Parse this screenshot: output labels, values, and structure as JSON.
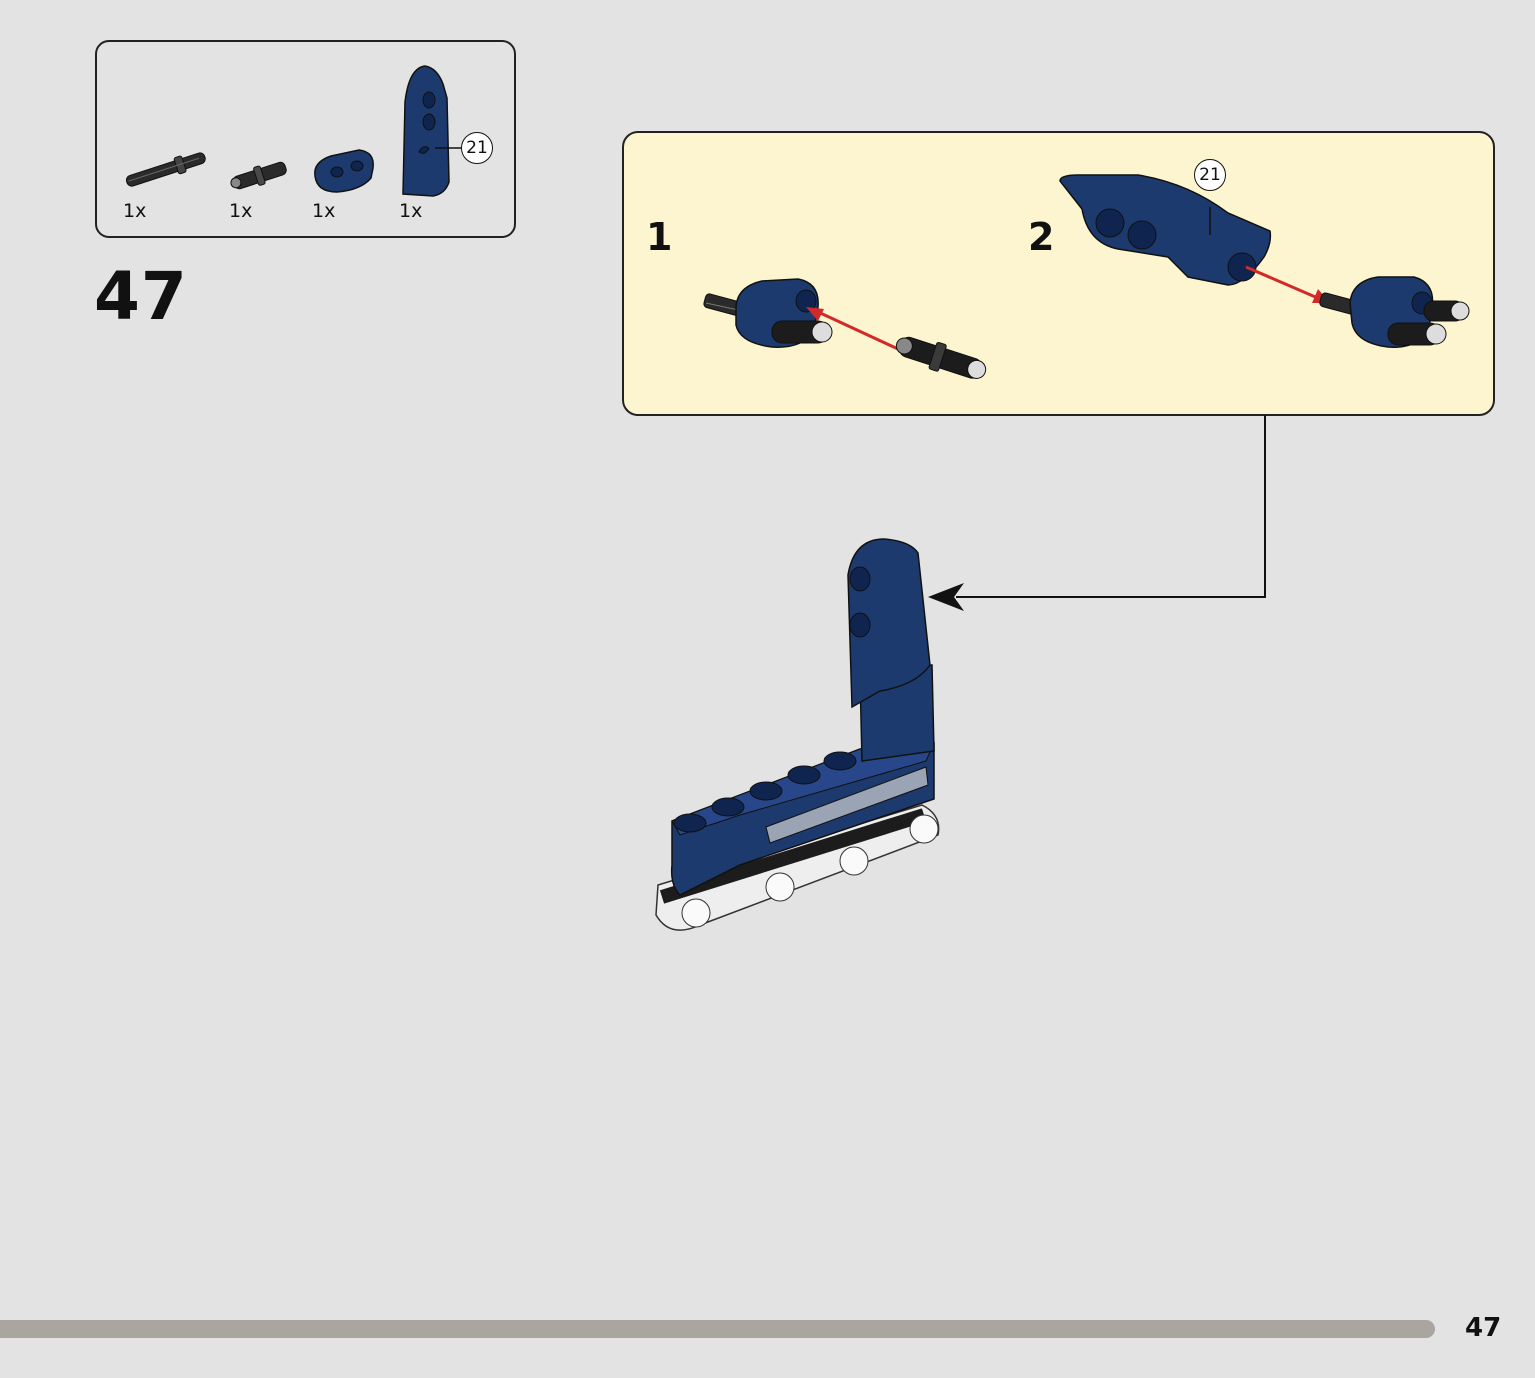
{
  "parts_list": {
    "items": [
      {
        "name": "axle-connector-black",
        "qty": "1x"
      },
      {
        "name": "pin-with-friction-black",
        "qty": "1x"
      },
      {
        "name": "double-pin-connector-blue",
        "qty": "1x"
      },
      {
        "name": "panel-21-blue",
        "qty": "1x",
        "callout": "21"
      }
    ]
  },
  "step": {
    "number": "47"
  },
  "sub_assembly": {
    "steps": [
      {
        "number": "1"
      },
      {
        "number": "2",
        "callout": "21"
      }
    ]
  },
  "colors": {
    "background": "#e3e3e3",
    "subassembly_bg": "#fdf5cf",
    "part_blue": "#1d3a6e",
    "part_black": "#1c1c1c",
    "arrow_red": "#d22a2a",
    "page_bar": "#aaa59f"
  },
  "footer": {
    "page_number": "47"
  }
}
